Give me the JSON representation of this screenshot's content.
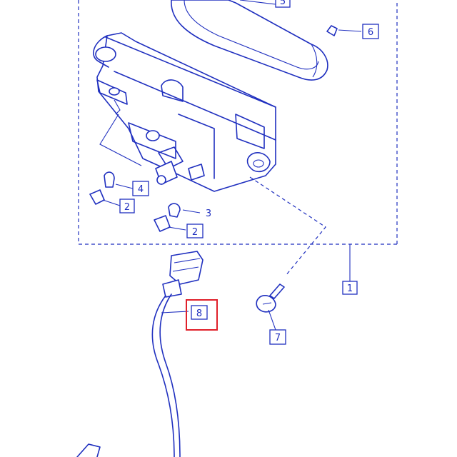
{
  "parts": [
    {
      "id": "part-1",
      "label": "1",
      "boxed": true
    },
    {
      "id": "part-2a",
      "label": "2",
      "boxed": true
    },
    {
      "id": "part-2b",
      "label": "2",
      "boxed": true
    },
    {
      "id": "part-3",
      "label": "3",
      "boxed": false
    },
    {
      "id": "part-4",
      "label": "4",
      "boxed": true
    },
    {
      "id": "part-5",
      "label": "5",
      "boxed": true
    },
    {
      "id": "part-6",
      "label": "6",
      "boxed": true
    },
    {
      "id": "part-7",
      "label": "7",
      "boxed": true
    },
    {
      "id": "part-8",
      "label": "8",
      "boxed": true,
      "highlighted": true
    }
  ],
  "colors": {
    "line": "#1f2fbf",
    "highlight": "#e0202a",
    "background": "#ffffff"
  }
}
